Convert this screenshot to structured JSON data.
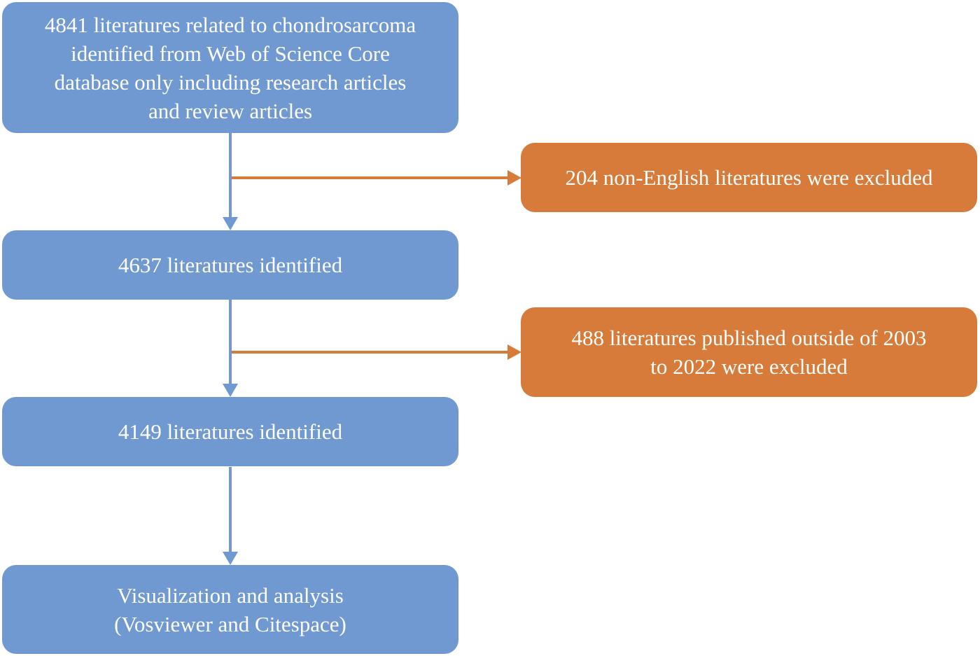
{
  "flowchart": {
    "nodes": {
      "start": "4841 literatures related to chondrosarcoma\nidentified from Web of Science Core\ndatabase only including research articles\nand review articles",
      "step1": "4637 literatures identified",
      "step2": "4149 literatures identified",
      "final": "Visualization and analysis\n(Vosviewer and Citespace)",
      "exclude1": "204 non-English literatures were excluded",
      "exclude2": "488 literatures published outside of 2003\nto 2022 were excluded"
    },
    "colors": {
      "main_box": "#7099d2",
      "exclusion_box": "#d77b3a",
      "main_arrow": "#7099d2",
      "exclusion_arrow": "#d77b3a",
      "text": "#ffffff"
    }
  }
}
